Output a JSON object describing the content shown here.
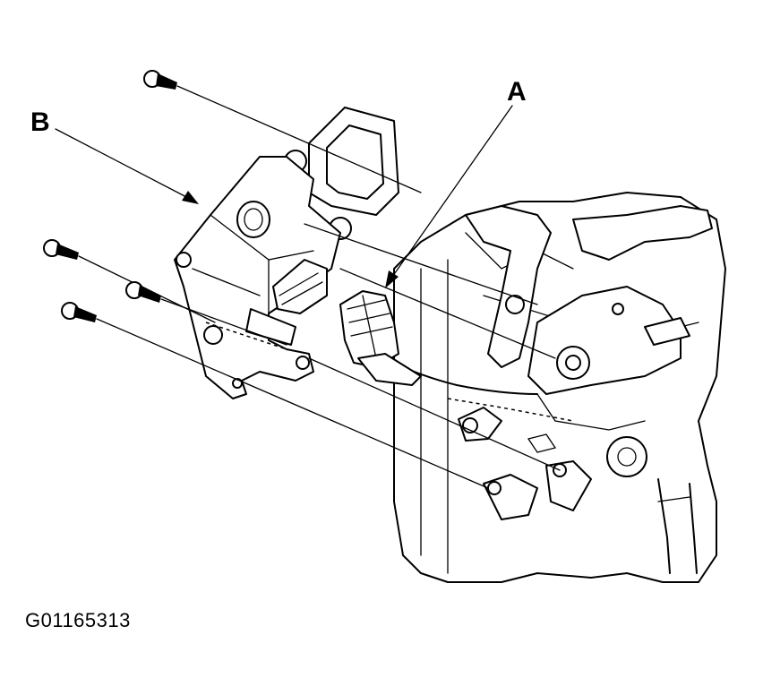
{
  "labels": {
    "a": "A",
    "b": "B"
  },
  "figure_code": "G01165313",
  "colors": {
    "ink": "#000000",
    "paper": "#ffffff"
  }
}
